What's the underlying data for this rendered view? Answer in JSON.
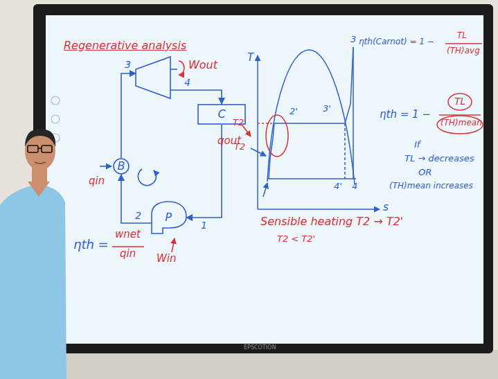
{
  "diagram": {
    "title": "Regenerative analysis",
    "nodes": [
      {
        "text": [
          "B"
        ]
      },
      {
        "text": [
          "Wout"
        ]
      },
      {
        "text": [
          "C"
        ]
      },
      {
        "text": [
          "P"
        ]
      }
    ],
    "edges": [
      {
        "from": 0,
        "to": 1,
        "arrow": "to",
        "label": "3"
      },
      {
        "from": 1,
        "to": 2,
        "arrow": "to",
        "label": "4"
      },
      {
        "from": 2,
        "to": 3,
        "arrow": "to",
        "label": "1"
      },
      {
        "from": 3,
        "to": 0,
        "arrow": "to",
        "label": "2"
      }
    ],
    "labels": [
      "qin",
      "qout",
      "Win",
      "ηth =",
      "wnet",
      "qin",
      "T",
      "s",
      "3",
      "3'",
      "4'",
      "4",
      "2'",
      "T2'",
      "T2",
      "Sensible heating T2 → T2'",
      "T2 < T2'",
      "ηth(Carnot) = 1 −",
      "TL",
      "(TH)avg",
      "ηth = 1 −",
      "TL",
      "(TH)mean",
      "If",
      "TL → decreases",
      "OR",
      "(TH)mean increases",
      "EPSCOTION"
    ]
  }
}
